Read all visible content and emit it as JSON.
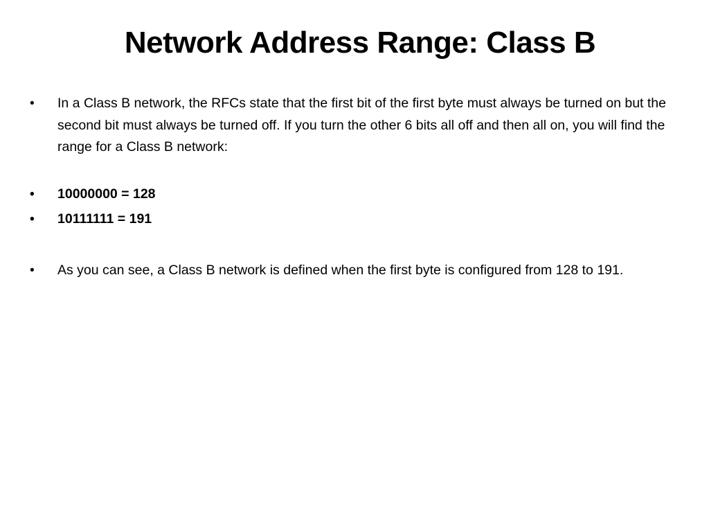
{
  "slide": {
    "title": "Network Address Range: Class B",
    "bullets": [
      {
        "text": "In a Class B network, the RFCs state that the first bit of the first byte must always be turned on but the second bit must always be turned off. If you turn the other 6 bits all off and then all on, you will find the range for a Class B network:"
      },
      {
        "text": "10000000 = 128"
      },
      {
        "text": "10111111 = 191"
      },
      {
        "text": "As you can see, a Class B network is defined when the first byte is configured from 128 to 191."
      }
    ],
    "bullet_glyph": "•"
  }
}
